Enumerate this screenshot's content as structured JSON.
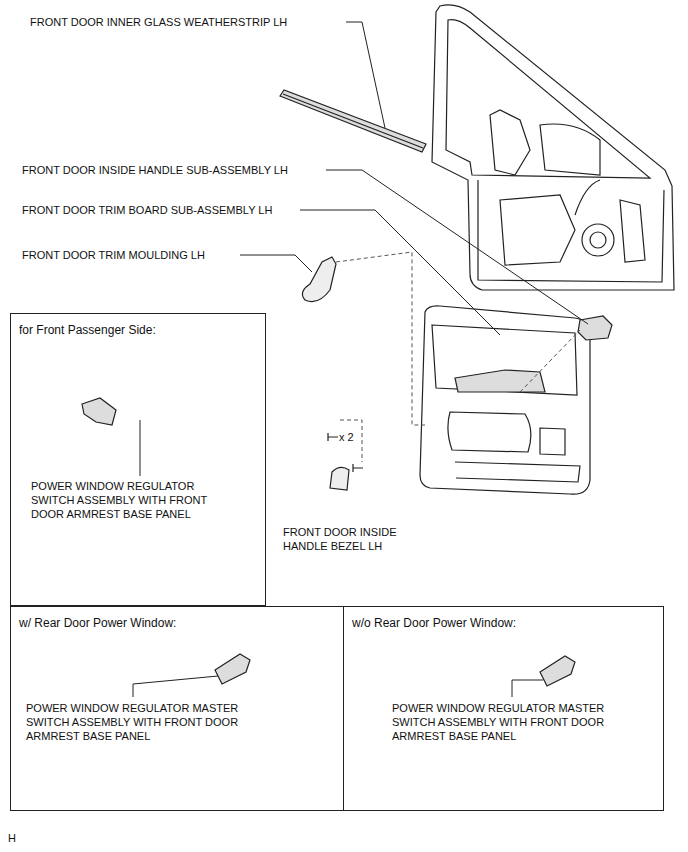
{
  "diagram": {
    "nodes": [
      {
        "text": [
          "for Front Passenger Side:",
          "POWER WINDOW REGULATOR SWITCH ASSEMBLY WITH FRONT DOOR ARMREST BASE PANEL"
        ]
      },
      {
        "text": [
          "w/ Rear Door Power Window:",
          "POWER WINDOW REGULATOR MASTER SWITCH ASSEMBLY WITH FRONT DOOR ARMREST BASE PANEL"
        ]
      },
      {
        "text": [
          "w/o Rear Door Power Window:",
          "POWER WINDOW REGULATOR MASTER SWITCH ASSEMBLY WITH FRONT DOOR ARMREST BASE PANEL"
        ]
      }
    ],
    "labels": [
      "FRONT DOOR INNER GLASS WEATHERSTRIP LH",
      "FRONT DOOR INSIDE HANDLE SUB-ASSEMBLY LH",
      "FRONT DOOR TRIM BOARD SUB-ASSEMBLY LH",
      "FRONT DOOR TRIM MOULDING LH",
      "x 2",
      "FRONT DOOR INSIDE HANDLE BEZEL LH",
      "H"
    ]
  }
}
